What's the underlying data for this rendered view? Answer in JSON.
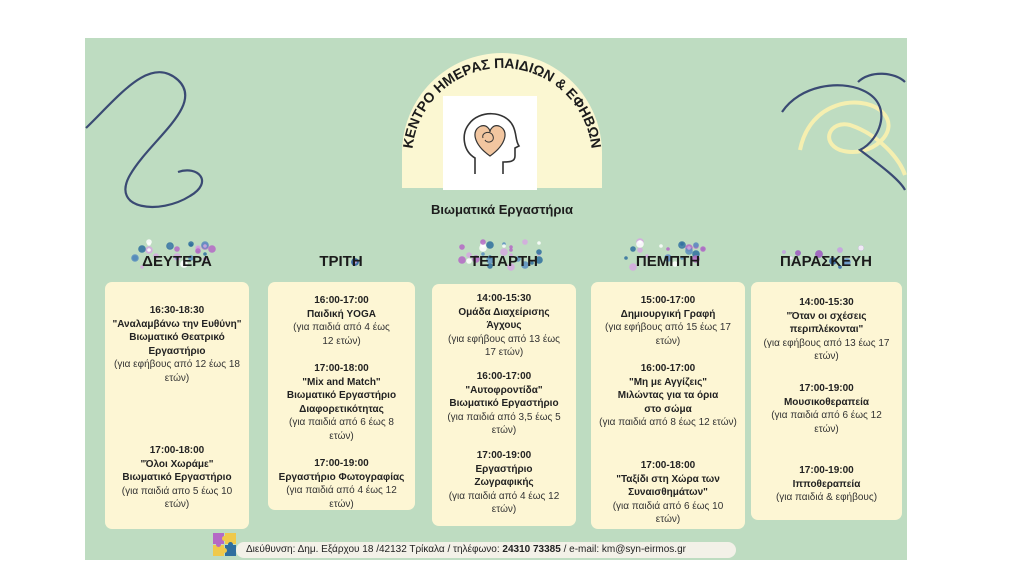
{
  "header": {
    "center_name": "ΚΕΝΤΡΟ ΗΜΕΡΑΣ ΠΑΙΔΙΩΝ & ΕΦΗΒΩΝ",
    "subtitle": "Βιωματικά Εργαστήρια"
  },
  "colors": {
    "background": "#bedcc1",
    "card": "#fdf6d4",
    "squiggle_navy": "#3a4a73",
    "squiggle_cream": "#f5efb0",
    "dot_purple": "#b569c6",
    "dot_blue": "#2f6e9e"
  },
  "icons": {
    "logo": "head-with-heart-icon",
    "footer": "puzzle-icon"
  },
  "days": [
    {
      "name": "ΔΕΥΤΕΡΑ",
      "sessions": [
        {
          "time": "16:30-18:30",
          "lines": [
            "\"Αναλαμβάνω την Ευθύνη\"",
            "Βιωματικό Θεατρικό",
            "Εργαστήριο"
          ],
          "audience": [
            "(για εφήβους από 12 έως 18",
            "ετών)"
          ]
        },
        {
          "time": "17:00-18:00",
          "lines": [
            "\"Όλοι Χωράμε\"",
            "Βιωματικό Εργαστήριο"
          ],
          "audience": [
            "(για παιδιά απο 5 έως 10",
            "ετών)"
          ]
        }
      ]
    },
    {
      "name": "ΤΡΙΤΗ",
      "sessions": [
        {
          "time": "16:00-17:00",
          "lines": [
            "Παιδική YOGA"
          ],
          "audience": [
            "(για παιδιά από 4 έως",
            "12 ετών)"
          ]
        },
        {
          "time": "17:00-18:00",
          "lines": [
            "\"Mix and Match\"",
            "Βιωματικό Εργαστήριο",
            "Διαφορετικότητας"
          ],
          "audience": [
            "(για παιδιά από 6 έως 8",
            "ετών)"
          ]
        },
        {
          "time": "17:00-19:00",
          "lines": [
            "Εργαστήριο Φωτογραφίας"
          ],
          "audience": [
            "(για παιδιά από 4 έως 12",
            "ετών)"
          ]
        }
      ]
    },
    {
      "name": "ΤΕΤΑΡΤΗ",
      "sessions": [
        {
          "time": "14:00-15:30",
          "lines": [
            "Ομάδα Διαχείρισης",
            "Άγχους"
          ],
          "audience": [
            "(για εφήβους από 13 έως",
            "17 ετών)"
          ]
        },
        {
          "time": "16:00-17:00",
          "lines": [
            "\"Αυτοφροντίδα\"",
            "Βιωματικό Εργαστήριο"
          ],
          "audience": [
            "(για παιδιά από 3,5 έως 5",
            "ετών)"
          ]
        },
        {
          "time": "17:00-19:00",
          "lines": [
            "Εργαστήριο",
            "Ζωγραφικής"
          ],
          "audience": [
            "(για παιδιά από 4 έως 12",
            "ετών)"
          ]
        }
      ]
    },
    {
      "name": "ΠΕΜΠΤΗ",
      "sessions": [
        {
          "time": "15:00-17:00",
          "lines": [
            "Δημιουργική Γραφή"
          ],
          "audience": [
            "(για εφήβους  από 15 έως 17",
            "ετών)"
          ]
        },
        {
          "time": "16:00-17:00",
          "lines": [
            "\"Μη με Αγγίζεις\"",
            "Μιλώντας για τα όρια",
            "στο σώμα"
          ],
          "audience": [
            "(για παιδιά από 8 έως 12 ετών)"
          ]
        },
        {
          "time": "17:00-18:00",
          "lines": [
            "\"Ταξίδι στη Χώρα των",
            "Συναισθημάτων\""
          ],
          "audience": [
            "(για παιδιά από 6 έως 10",
            "ετών)"
          ]
        }
      ]
    },
    {
      "name": "ΠΑΡΑΣΚΕΥΗ",
      "sessions": [
        {
          "time": "14:00-15:30",
          "lines": [
            "\"Όταν οι σχέσεις",
            "περιπλέκονται\""
          ],
          "audience": [
            "(για εφήβους από 13 έως 17",
            "ετών)"
          ]
        },
        {
          "time": "17:00-19:00",
          "lines": [
            "Μουσικοθεραπεία"
          ],
          "audience": [
            "(για παιδιά από 6 έως 12",
            "ετών)"
          ]
        },
        {
          "time": "17:00-19:00",
          "lines": [
            "Ιπποθεραπεία"
          ],
          "audience": [
            "(για παιδιά & εφήβους)"
          ]
        }
      ]
    }
  ],
  "footer": {
    "address_prefix": "Διεύθυνση: Δημ. Εξάρχου 18  /42132 Τρίκαλα / τηλέφωνο: ",
    "phone": "24310 73385",
    "email_part": " / e-mail: km@syn-eirmos.gr"
  }
}
